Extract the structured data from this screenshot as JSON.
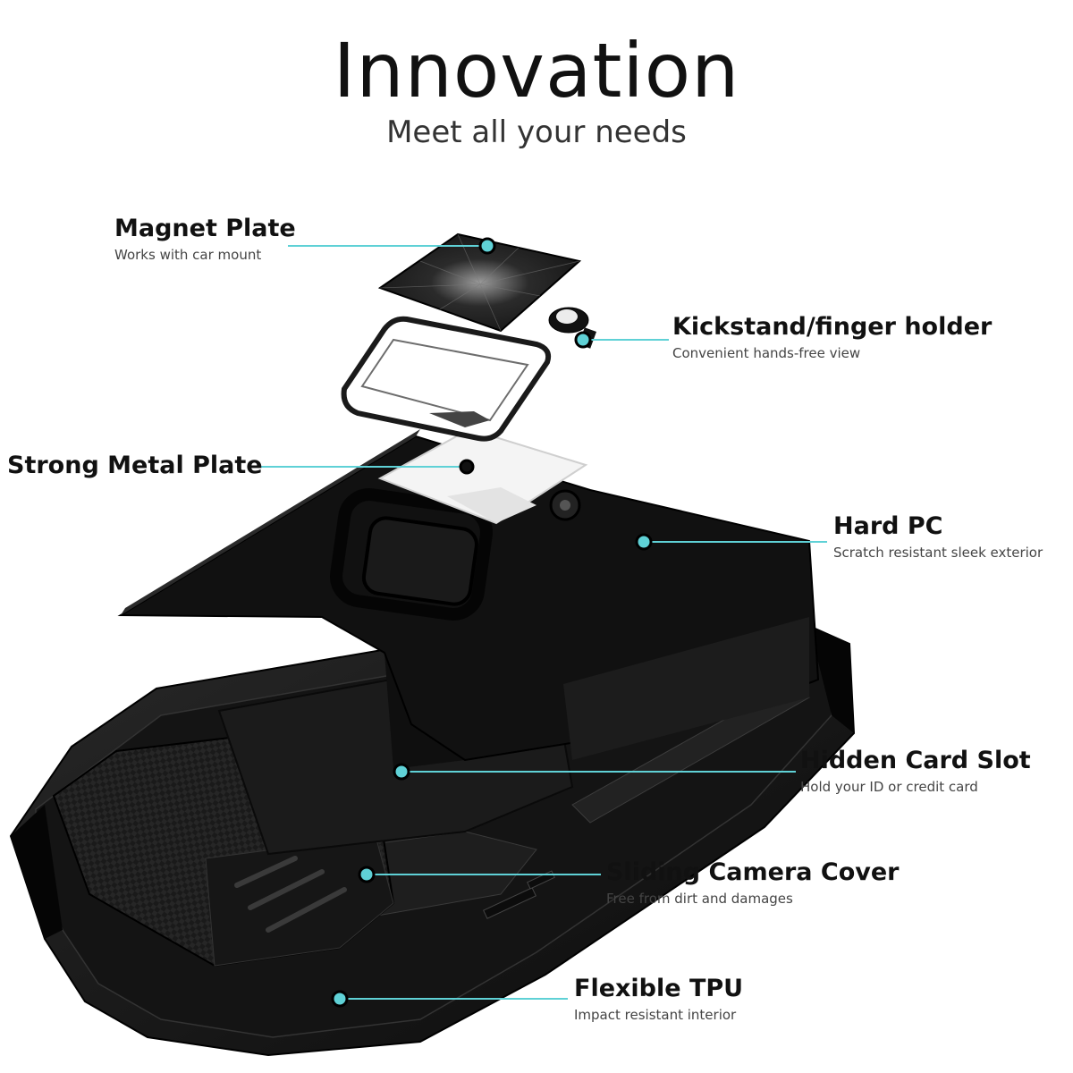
{
  "header": {
    "title": "Innovation",
    "subtitle": "Meet all your needs"
  },
  "accent_color": "#5fd1d6",
  "callouts": [
    {
      "title": "Magnet Plate",
      "desc": "Works with car mount"
    },
    {
      "title": "Kickstand/finger holder",
      "desc": "Convenient hands-free view"
    },
    {
      "title": "Strong Metal Plate",
      "desc": ""
    },
    {
      "title": "Hard PC",
      "desc": "Scratch resistant sleek exterior"
    },
    {
      "title": "Hidden Card Slot",
      "desc": "Hold your ID or credit card"
    },
    {
      "title": "Sliding Camera Cover",
      "desc": "Free from dirt and damages"
    },
    {
      "title": "Flexible TPU",
      "desc": "Impact resistant interior"
    }
  ]
}
